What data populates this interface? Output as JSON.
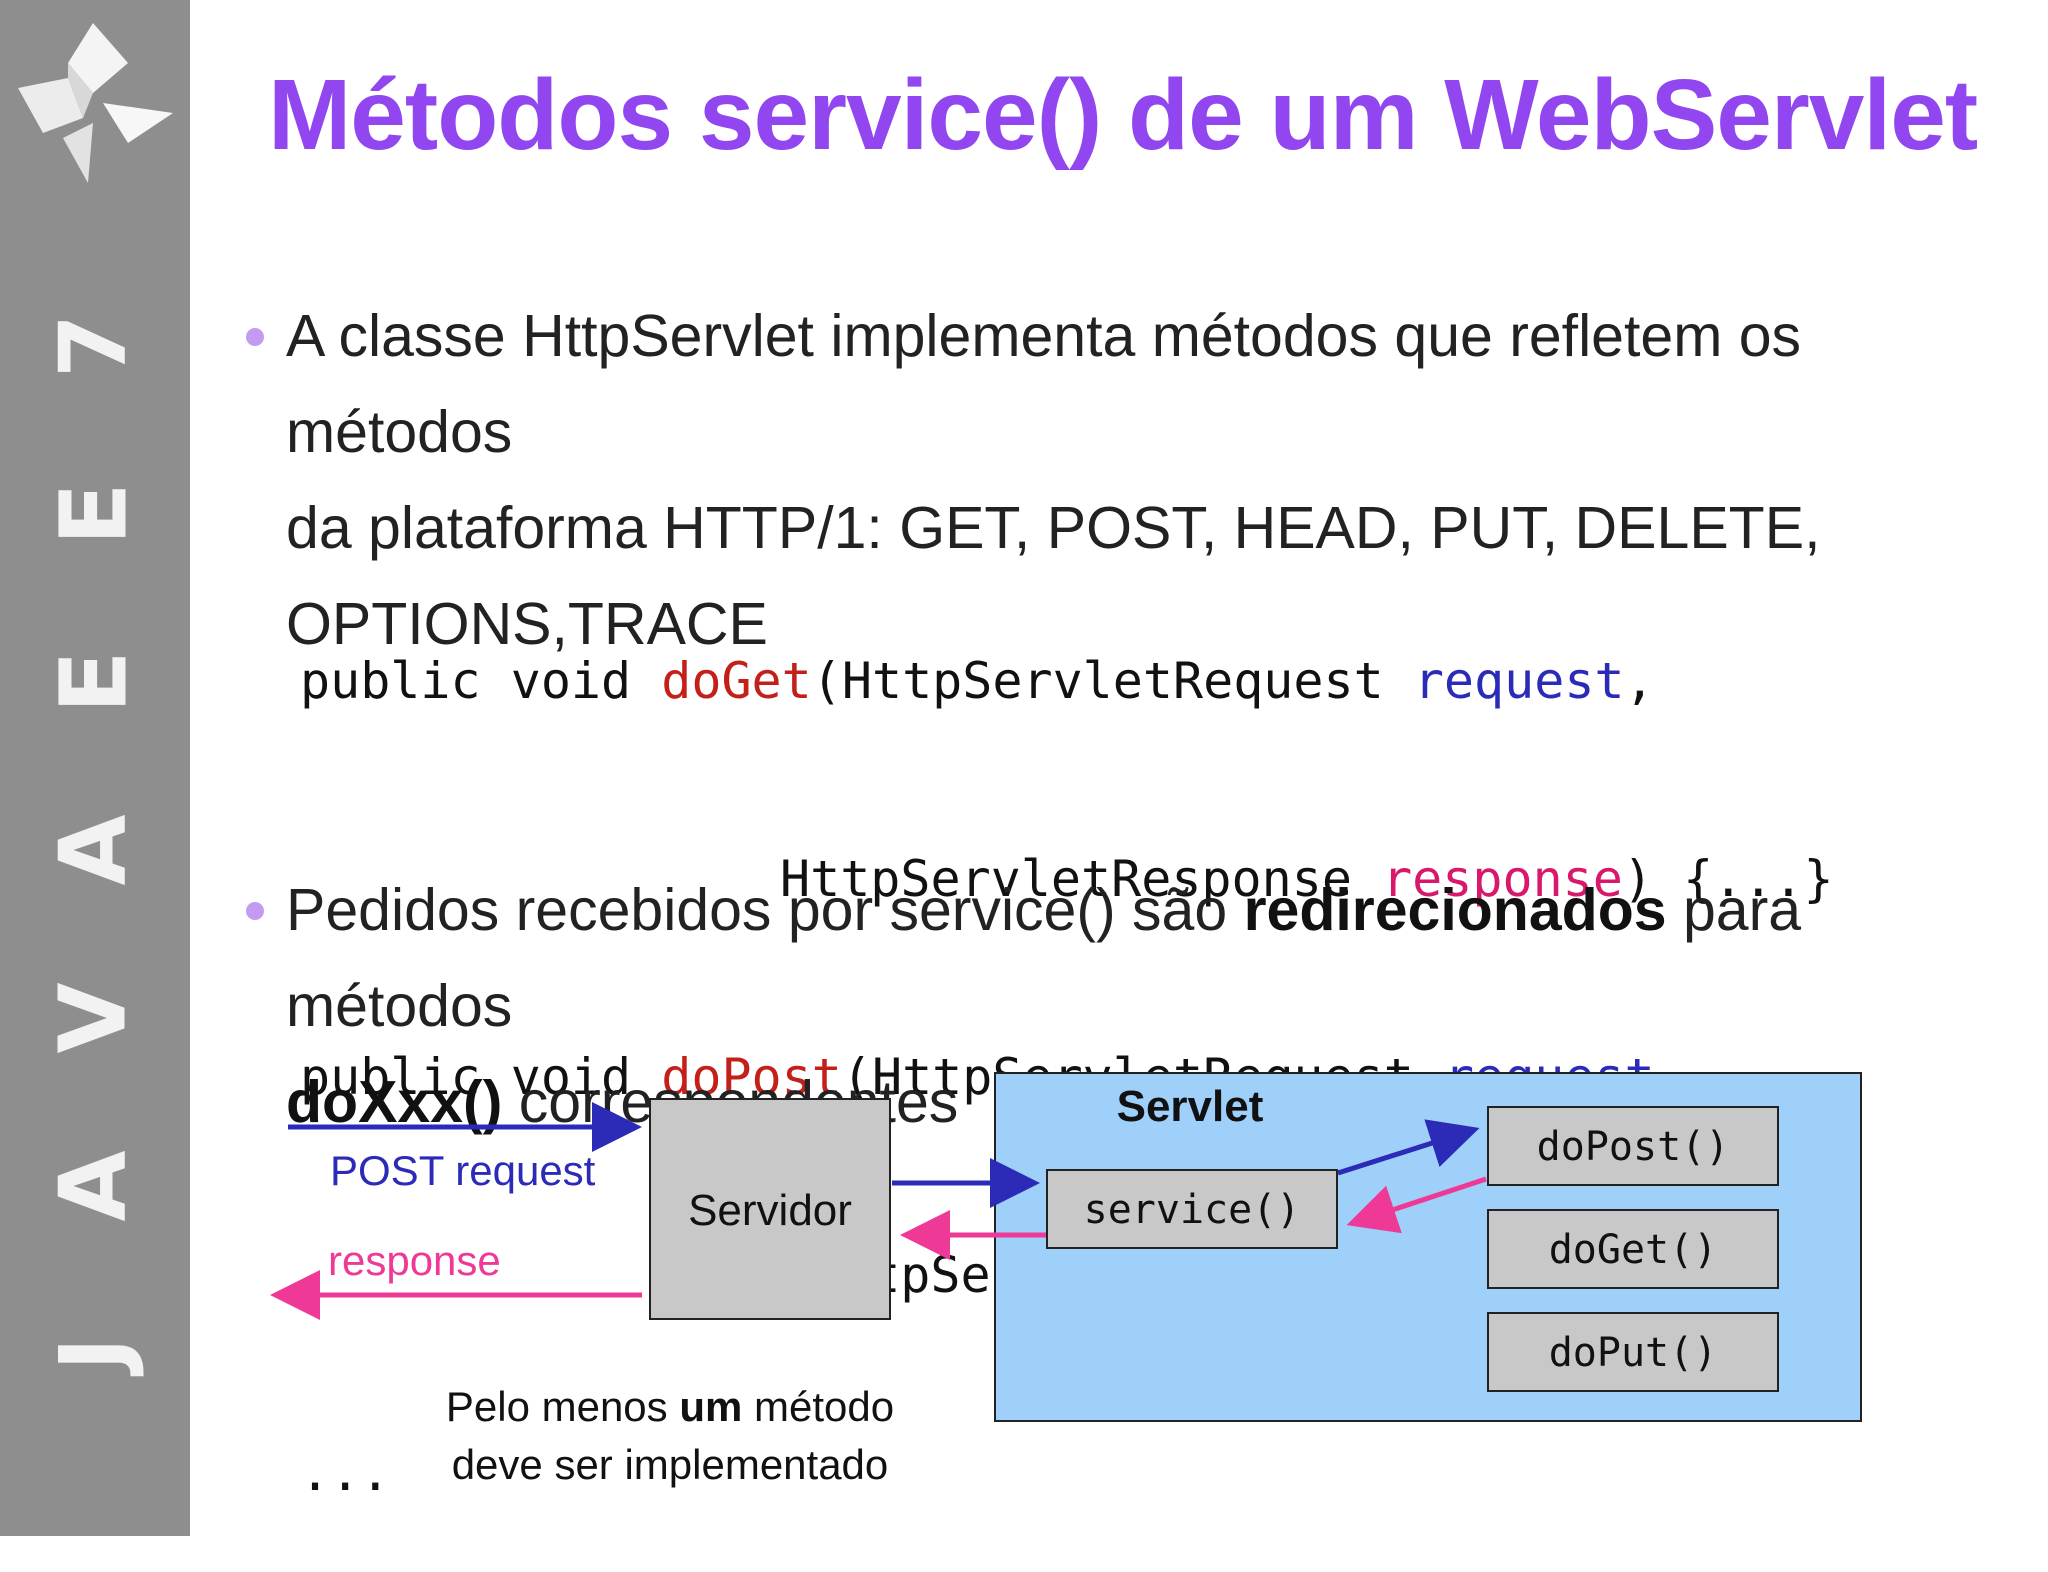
{
  "sidebar": {
    "letters": [
      "J",
      "A",
      "V",
      "A",
      "E",
      "E",
      "7"
    ]
  },
  "title": "Métodos service() de um WebServlet",
  "bullets": {
    "first": {
      "line1": "A classe HttpServlet implementa métodos que refletem os métodos",
      "line2": "da plataforma HTTP/1: GET, POST, HEAD, PUT, DELETE, OPTIONS,TRACE"
    },
    "second": {
      "part1": "Pedidos recebidos por service() são ",
      "bold1": "redirecionados",
      "part2": " para métodos",
      "bold2": "doXxx()",
      "part3": " correspondentes"
    }
  },
  "code": {
    "kw": "public void ",
    "do_get": "doGet",
    "do_post": "doPost",
    "paren": "(",
    "req_type": "HttpServletRequest ",
    "req_name": "request",
    "comma": ",",
    "resp_type": "HttpServletResponse ",
    "resp_name": "response",
    "body": ") {...}",
    "ellipsis": "..."
  },
  "diagram": {
    "post_request": "POST request",
    "response": "response",
    "servidor": "Servidor",
    "servlet": "Servlet",
    "service": "service()",
    "do_post": "doPost()",
    "do_get": "doGet()",
    "do_put": "doPut()",
    "caption_part1": "Pelo menos ",
    "caption_bold": "um",
    "caption_part2": " método",
    "caption_line2": "deve ser implementado"
  },
  "colors": {
    "title": "#9146f0",
    "sidebar": "#8e8e8e",
    "request_arrow": "#2b2bb8",
    "response_arrow": "#ee3a96",
    "servlet_bg": "#9fd0fa",
    "box_gray": "#c8c8c8"
  }
}
